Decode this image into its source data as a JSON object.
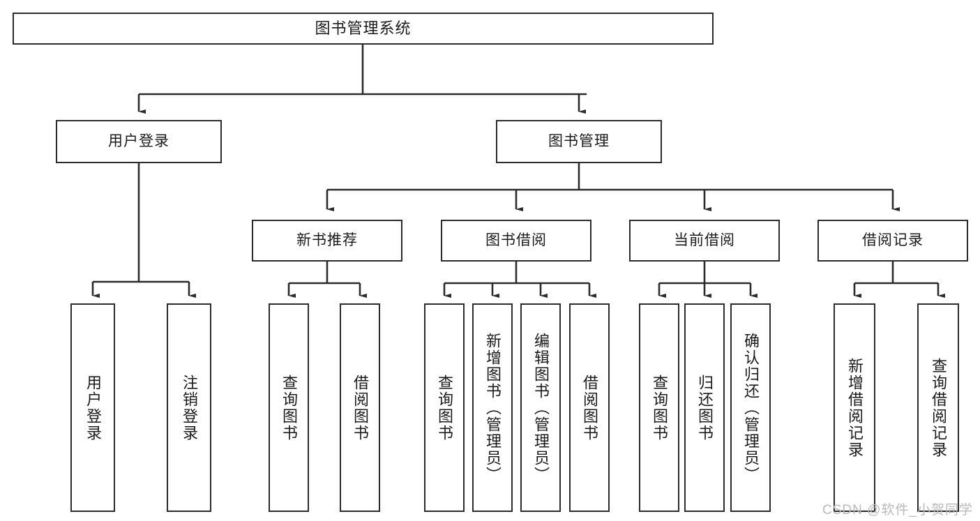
{
  "diagram": {
    "title": "图书管理系统",
    "type": "tree-hierarchy-chart",
    "colors": {
      "box_border": "#2b2b2b",
      "box_fill": "#ffffff",
      "connector": "#2b2b2b",
      "text": "#1a1a1a",
      "watermark": "#b9b9b9"
    },
    "root": {
      "label": "图书管理系统"
    },
    "level1": [
      {
        "label": "用户登录"
      },
      {
        "label": "图书管理"
      }
    ],
    "level2": [
      {
        "label": "新书推荐"
      },
      {
        "label": "图书借阅"
      },
      {
        "label": "当前借阅"
      },
      {
        "label": "借阅记录"
      }
    ],
    "leaves": {
      "user_login": [
        {
          "label": "用户登录"
        },
        {
          "label": "注销登录"
        }
      ],
      "new_book_recommend": [
        {
          "label": "查询图书"
        },
        {
          "label": "借阅图书"
        }
      ],
      "book_borrow": [
        {
          "label": "查询图书"
        },
        {
          "label": "新增图书（管理员）"
        },
        {
          "label": "编辑图书（管理员）"
        },
        {
          "label": "借阅图书"
        }
      ],
      "current_borrow": [
        {
          "label": "查询图书"
        },
        {
          "label": "归还图书"
        },
        {
          "label": "确认归还（管理员）"
        }
      ],
      "borrow_record": [
        {
          "label": "新增借阅记录"
        },
        {
          "label": "查询借阅记录"
        }
      ]
    }
  },
  "watermark": {
    "text": "CSDN @软件_小贺同学"
  }
}
